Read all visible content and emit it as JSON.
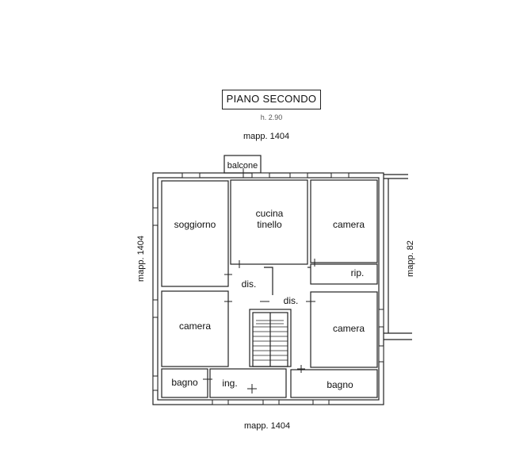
{
  "title": "PIANO SECONDO",
  "height_label": "h. 2.90",
  "neighbors": {
    "top": "mapp. 1404",
    "bottom": "mapp. 1404",
    "left": "mapp. 1404",
    "right": "mapp. 82"
  },
  "rooms": {
    "balcone": "balcone",
    "soggiorno": "soggiorno",
    "cucina_line1": "cucina",
    "cucina_line2": "tinello",
    "camera_top_right": "camera",
    "rip": "rip.",
    "dis_left": "dis.",
    "dis_center": "dis.",
    "camera_left": "camera",
    "camera_right": "camera",
    "bagno_left": "bagno",
    "ing": "ing.",
    "bagno_right": "bagno"
  },
  "colors": {
    "wall": "#222222",
    "background": "#ffffff"
  }
}
